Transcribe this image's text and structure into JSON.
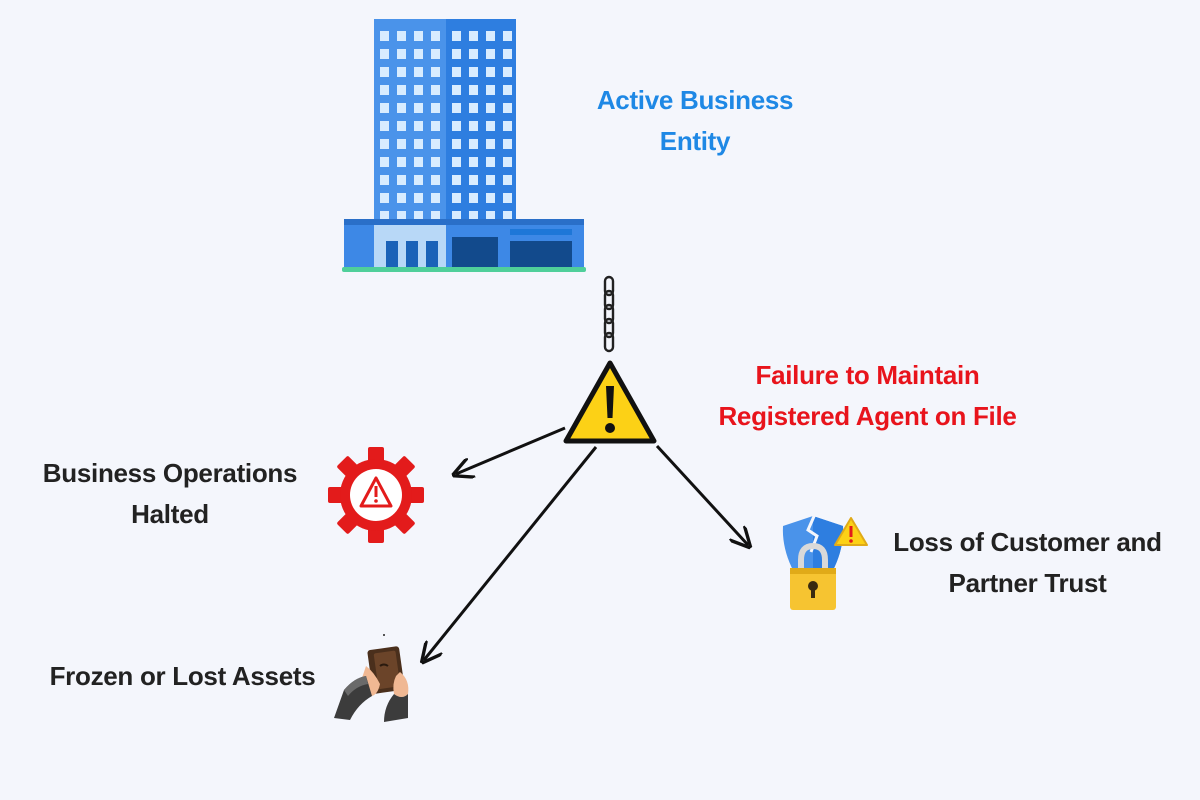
{
  "diagram": {
    "colors": {
      "background": "#f4f6fc",
      "entity_text": "#1e88e5",
      "failure_text": "#e8141c",
      "consequence_text": "#222222",
      "arrow": "#111111",
      "warning_yellow": "#fcd116",
      "gear_red": "#e31b1b"
    },
    "central": {
      "title_lines": [
        "Active Business",
        "Entity"
      ],
      "icon": "office-building-icon"
    },
    "link": {
      "icon": "chain-link-icon"
    },
    "failure": {
      "title_lines": [
        "Failure to Maintain",
        "Registered Agent on File"
      ],
      "icon": "warning-triangle-icon"
    },
    "consequences": [
      {
        "id": "ops",
        "lines": [
          "Business Operations",
          "Halted"
        ],
        "icon": "gear-warning-icon"
      },
      {
        "id": "trust",
        "lines": [
          "Loss of Customer and",
          "Partner Trust"
        ],
        "icon": "broken-shield-lock-icon"
      },
      {
        "id": "assets",
        "lines": [
          "Frozen or Lost Assets"
        ],
        "icon": "empty-wallet-icon"
      }
    ]
  }
}
